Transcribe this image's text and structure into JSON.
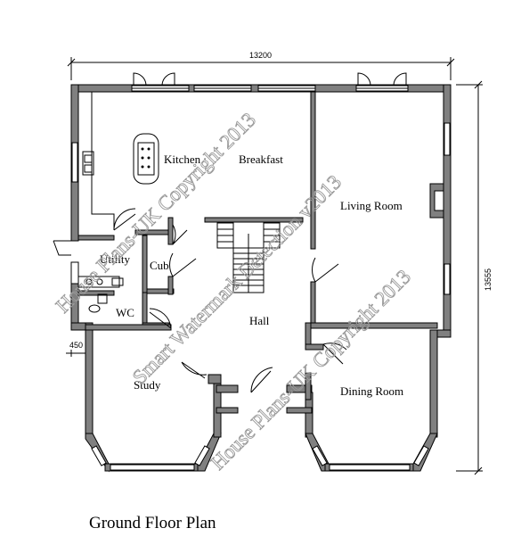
{
  "title": "Ground Floor Plan",
  "dimensions": {
    "width": "13200",
    "depth": "13555",
    "wall_offset": "450"
  },
  "rooms": {
    "kitchen": "Kitchen",
    "breakfast": "Breakfast",
    "living": "Living Room",
    "utility": "Utility",
    "cub": "Cub",
    "wc": "WC",
    "hall": "Hall",
    "study": "Study",
    "dining": "Dining Room"
  },
  "watermarks": [
    "House Plans-UK Copyright 2013",
    "Smart Watermark Detection v2013",
    "House Plans-UK Copyright 2013"
  ]
}
